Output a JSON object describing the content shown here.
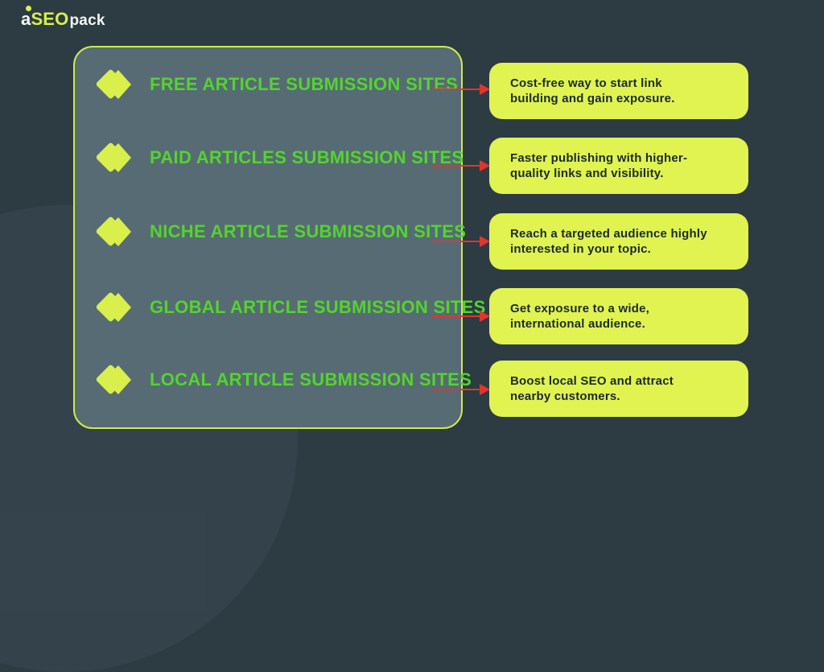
{
  "logo": {
    "letter_a": "a",
    "seo": "SEO",
    "pack": "pack"
  },
  "colors": {
    "background": "#2d3b43",
    "panel_fill": "#576b75",
    "panel_border": "#cdeb4d",
    "title_green": "#53d42e",
    "diamond_lime": "#d9ef4b",
    "box_fill": "#e0f351",
    "box_text": "#1b2a30",
    "arrow_red": "#e5342b"
  },
  "rows": [
    {
      "title": "FREE ARTICLE SUBMISSION SITES",
      "description_lines": [
        "Cost-free way to start link",
        "building and gain exposure."
      ]
    },
    {
      "title": "PAID ARTICLES SUBMISSION SITES",
      "description_lines": [
        "Faster publishing with higher-",
        "quality links and visibility."
      ]
    },
    {
      "title": "NICHE ARTICLE SUBMISSION SITES",
      "description_lines": [
        "Reach a targeted audience highly",
        "interested in your topic."
      ]
    },
    {
      "title": "GLOBAL ARTICLE SUBMISSION SITES",
      "description_lines": [
        "Get exposure to a wide,",
        "international audience."
      ]
    },
    {
      "title": "LOCAL ARTICLE SUBMISSION SITES",
      "description_lines": [
        "Boost local SEO and attract",
        "nearby customers."
      ]
    }
  ]
}
